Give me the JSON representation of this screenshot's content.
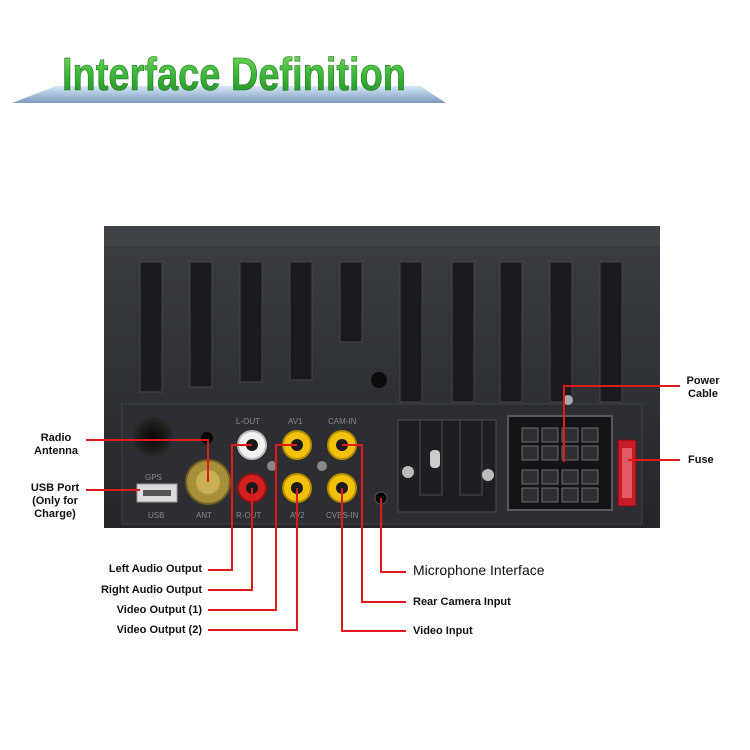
{
  "title": "Interface Definition",
  "colors": {
    "title_green": "#3cb83a",
    "leader_red": "#e01a1a",
    "unit_body": "#2a2c30",
    "rca_white": "#f2f2f2",
    "rca_yellow": "#f2c20a",
    "rca_red": "#d42020",
    "fuse_red": "#d81f2a"
  },
  "unit_markings": {
    "gps": "GPS",
    "usb": "USB",
    "ant": "ANT",
    "l_out": "L-OUT",
    "av1": "AV1",
    "cam_in": "CAM-IN",
    "r_out": "R-OUT",
    "av2": "AV2",
    "cvbs_in": "CVBS-IN"
  },
  "callouts": {
    "radio_antenna": "Radio\nAntenna",
    "usb_port": "USB Port\n(Only for\nCharge)",
    "power_cable": "Power\nCable",
    "fuse": "Fuse",
    "left_audio_output": "Left Audio Output",
    "right_audio_output": "Right Audio Output",
    "video_output_1": "Video Output (1)",
    "video_output_2": "Video Output (2)",
    "microphone_interface": "Microphone Interface",
    "rear_camera_input": "Rear Camera Input",
    "video_input": "Video Input"
  }
}
